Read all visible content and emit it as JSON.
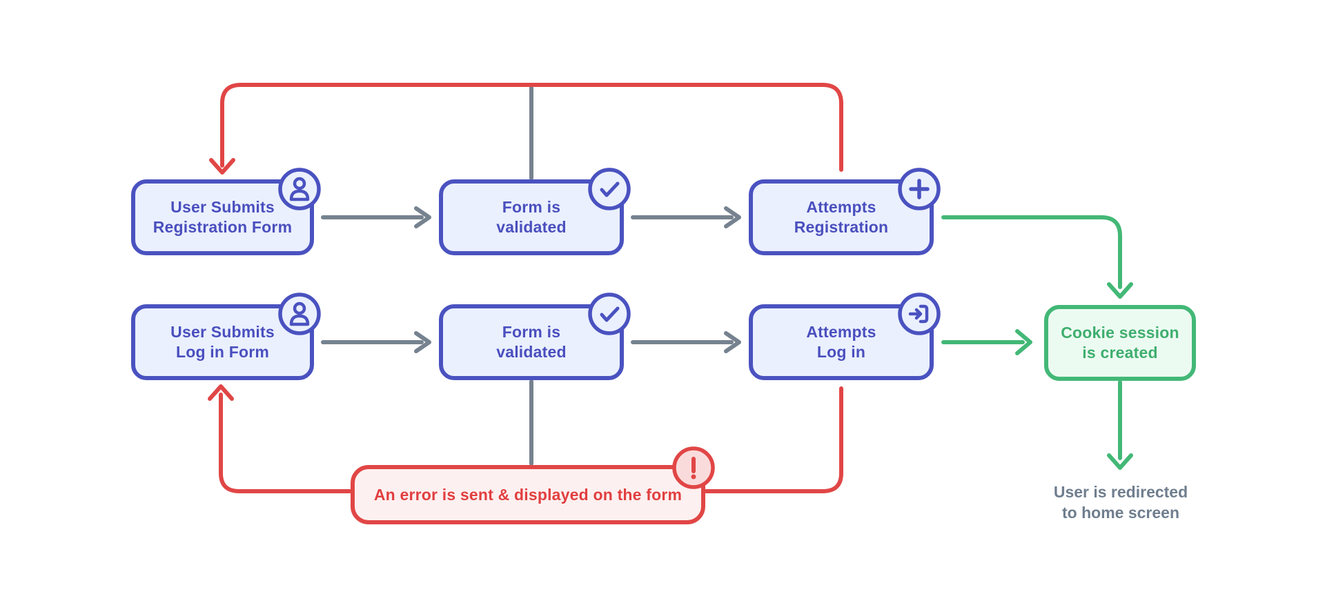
{
  "diagram_type": "flowchart",
  "colors": {
    "node_blue_border": "#4a52c0",
    "node_blue_fill": "#eaf0fe",
    "node_green_border": "#43b877",
    "node_green_fill": "#ecfbf2",
    "node_red_border": "#e14646",
    "node_red_fill": "#fdf0f0",
    "error_icon_fill": "#fadbdb",
    "flow_arrow_gray": "#76828f",
    "fail_arrow_red": "#e14646",
    "success_arrow_green": "#43b877",
    "note_text_gray": "#6f7e8e"
  },
  "nodes": {
    "register_submit": {
      "line1": "User Submits",
      "line2": "Registration Form",
      "icon": "user-icon"
    },
    "register_validate": {
      "line1": "Form is",
      "line2": "validated",
      "icon": "check-icon"
    },
    "register_attempt": {
      "line1": "Attempts",
      "line2": "Registration",
      "icon": "plus-icon"
    },
    "login_submit": {
      "line1": "User Submits",
      "line2": "Log in Form",
      "icon": "user-icon"
    },
    "login_validate": {
      "line1": "Form is",
      "line2": "validated",
      "icon": "check-icon"
    },
    "login_attempt": {
      "line1": "Attempts",
      "line2": "Log in",
      "icon": "login-icon"
    },
    "cookie_session": {
      "line1": "Cookie session",
      "line2": "is created"
    },
    "error": {
      "label": "An error is sent & displayed on the form",
      "icon": "alert-icon"
    },
    "redirect_note": {
      "line1": "User is redirected",
      "line2": "to home screen"
    }
  }
}
